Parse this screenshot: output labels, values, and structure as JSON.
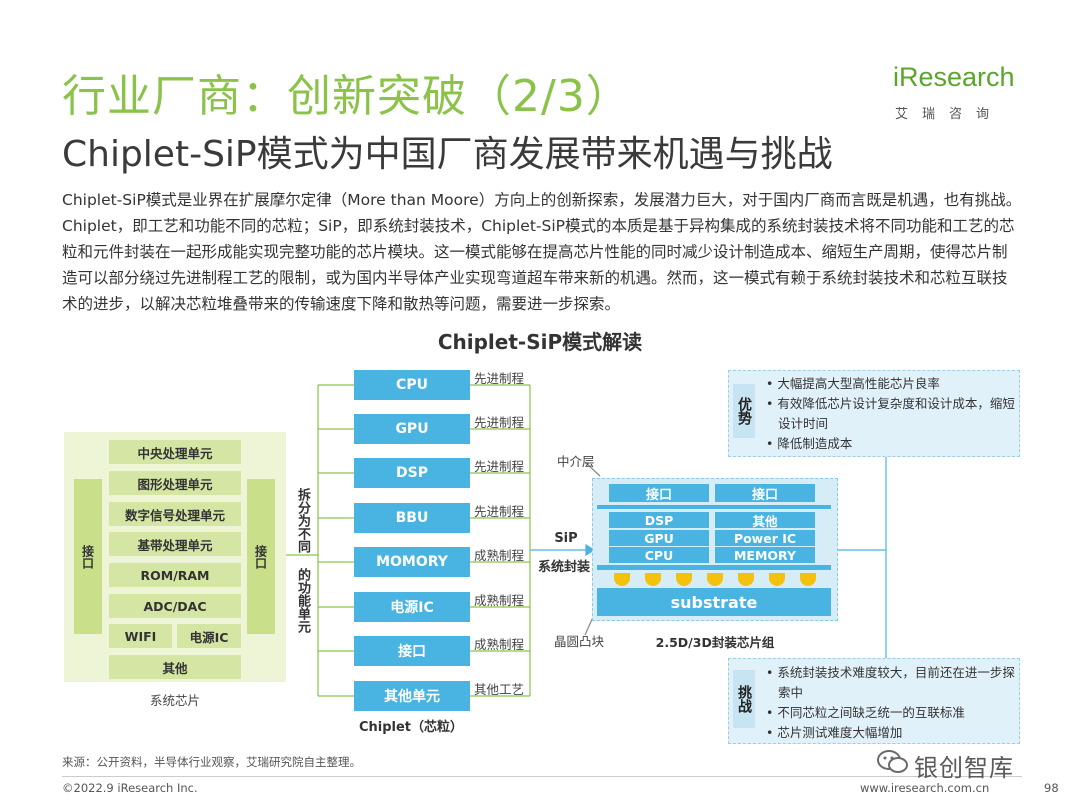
{
  "header": {
    "title": "行业厂商：创新突破（2/3）",
    "subtitle": "Chiplet-SiP模式为中国厂商发展带来机遇与挑战",
    "logo_text": "iResearch",
    "logo_sub": "艾瑞咨询"
  },
  "intro": "Chiplet-SiP模式是业界在扩展摩尔定律（More than Moore）方向上的创新探索，发展潜力巨大，对于国内厂商而言既是机遇，也有挑战。Chiplet，即工艺和功能不同的芯粒；SiP，即系统封装技术，Chiplet-SiP模式的本质是基于异构集成的系统封装技术将不同功能和工艺的芯粒和元件封装在一起形成能实现完整功能的芯片模块。这一模式能够在提高芯片性能的同时减少设计制造成本、缩短生产周期，使得芯片制造可以部分绕过先进制程工艺的限制，或为国内半导体产业实现弯道超车带来新的机遇。然而，这一模式有赖于系统封装技术和芯粒互联技术的进步，以解决芯粒堆叠带来的传输速度下降和散热等问题，需要进一步探索。",
  "diagram": {
    "title": "Chiplet-SiP模式解读",
    "soc": {
      "blocks": [
        "中央处理单元",
        "图形处理单元",
        "数字信号处理单元",
        "基带处理单元",
        "ROM/RAM",
        "ADC/DAC"
      ],
      "wifi": "WIFI",
      "power": "电源IC",
      "other": "其他",
      "port_left": "接口",
      "port_right": "接口",
      "label": "系统芯片"
    },
    "split_label_a": "拆分为不同",
    "split_label_b": "的功能单元",
    "chiplets": [
      {
        "name": "CPU",
        "process": "先进制程"
      },
      {
        "name": "GPU",
        "process": "先进制程"
      },
      {
        "name": "DSP",
        "process": "先进制程"
      },
      {
        "name": "BBU",
        "process": "先进制程"
      },
      {
        "name": "MOMORY",
        "process": "成熟制程"
      },
      {
        "name": "电源IC",
        "process": "成熟制程"
      },
      {
        "name": "接口",
        "process": "成熟制程"
      },
      {
        "name": "其他单元",
        "process": "其他工艺"
      }
    ],
    "chiplet_label": "Chiplet（芯粒）",
    "sip_label": "SiP",
    "sip_label2": "系统封装",
    "interposer_label": "中介层",
    "bump_label": "晶圆凸块",
    "package": {
      "port_left": "接口",
      "port_right": "接口",
      "left_cells": [
        "DSP",
        "GPU",
        "CPU"
      ],
      "right_cells": [
        "其他",
        "Power IC",
        "MEMORY"
      ],
      "substrate": "substrate",
      "label": "2.5D/3D封装芯片组"
    },
    "advantages": {
      "tag": "优势",
      "items": [
        "大幅提高大型高性能芯片良率",
        "有效降低芯片设计复杂度和设计成本，缩短设计时间",
        "降低制造成本"
      ]
    },
    "challenges": {
      "tag": "挑战",
      "items": [
        "系统封装技术难度较大，目前还在进一步探索中",
        "不同芯粒之间缺乏统一的互联标准",
        "芯片测试难度大幅增加"
      ]
    }
  },
  "footer": {
    "source": "来源：公开资料，半导体行业观察，艾瑞研究院自主整理。",
    "copyright": "©2022.9 iResearch Inc.",
    "url": "www.iresearch.com.cn",
    "page": "98",
    "watermark": "银创智库"
  },
  "colors": {
    "title_green": "#8bc34a",
    "chip_blue": "#49b3e1",
    "soc_green": "#d5e6a4",
    "bump_yellow": "#f4c20d"
  }
}
